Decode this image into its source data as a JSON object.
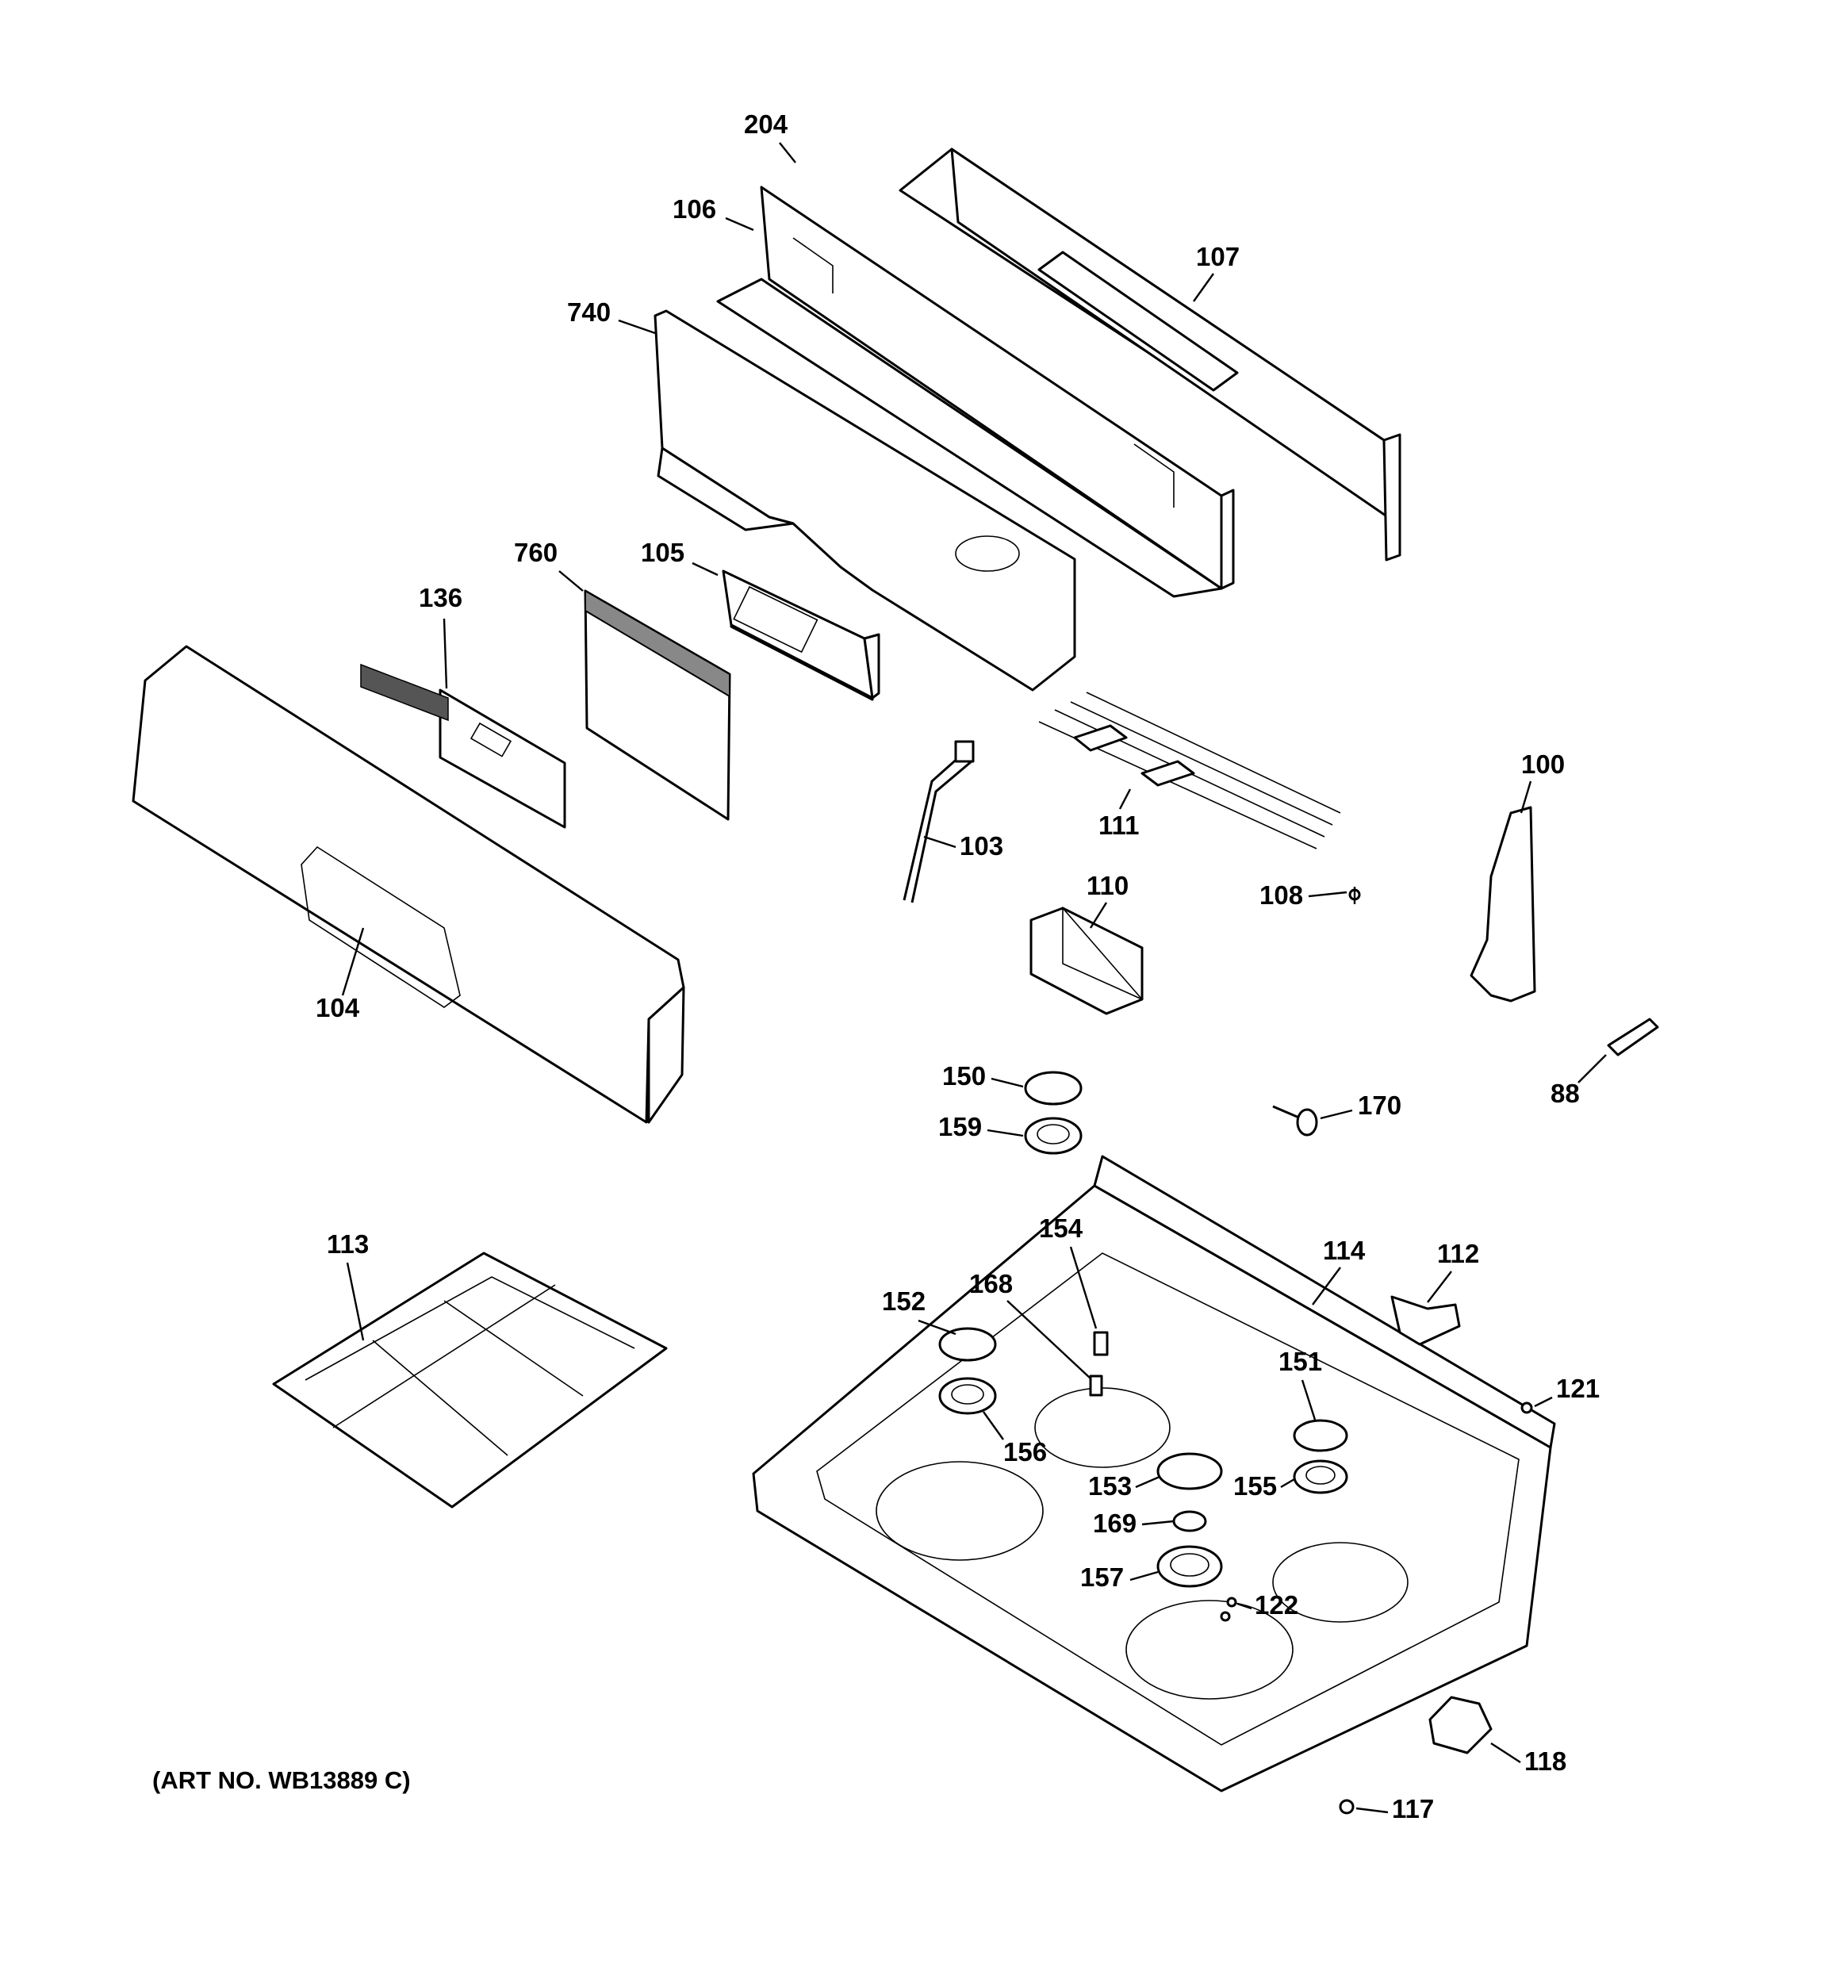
{
  "caption": "(ART NO. WB13889 C)",
  "part_labels": {
    "p204": "204",
    "p106": "106",
    "p107": "107",
    "p740": "740",
    "p105": "105",
    "p760": "760",
    "p136": "136",
    "p104": "104",
    "p103": "103",
    "p111": "111",
    "p100": "100",
    "p110": "110",
    "p108": "108",
    "p150": "150",
    "p159": "159",
    "p170": "170",
    "p88": "88",
    "p113": "113",
    "p154": "154",
    "p114": "114",
    "p112": "112",
    "p168": "168",
    "p152": "152",
    "p151": "151",
    "p121": "121",
    "p156": "156",
    "p153": "153",
    "p155": "155",
    "p169": "169",
    "p157": "157",
    "p122": "122",
    "p118": "118",
    "p117": "117"
  }
}
